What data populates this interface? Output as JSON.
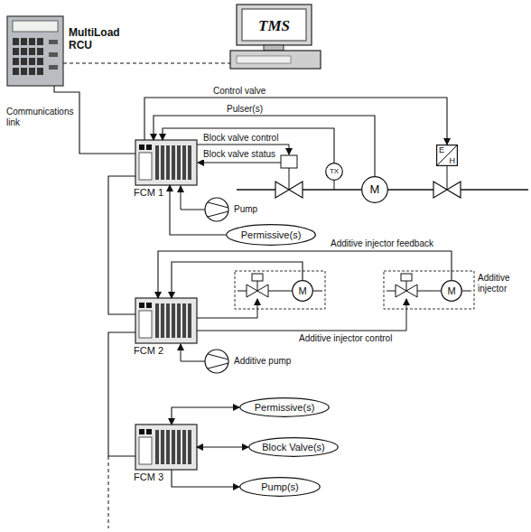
{
  "diagram": {
    "nodes": [
      {
        "text": [
          "MultiLoad RCU"
        ]
      },
      {
        "text": [
          "TMS"
        ]
      },
      {
        "text": [
          "FCM 1"
        ]
      },
      {
        "text": [
          "TX"
        ]
      },
      {
        "text": [
          "M"
        ]
      },
      {
        "text": [
          "E",
          "H"
        ]
      },
      {
        "text": [
          "Permissive(s)"
        ]
      },
      {
        "text": [
          "FCM 2"
        ]
      },
      {
        "text": [
          "M"
        ]
      },
      {
        "text": [
          "M"
        ]
      },
      {
        "text": [
          "FCM 3"
        ]
      },
      {
        "text": [
          "Permissive(s)"
        ]
      },
      {
        "text": [
          "Block Valve(s)"
        ]
      },
      {
        "text": [
          "Pump(s)"
        ]
      }
    ],
    "edges": [
      {
        "from": 0,
        "to": 1,
        "arrow": "none"
      },
      {
        "from": 0,
        "to": 2,
        "arrow": "none"
      },
      {
        "from": 2,
        "to": 7,
        "arrow": "none"
      },
      {
        "from": 7,
        "to": 10,
        "arrow": "none"
      },
      {
        "from": 2,
        "to": 5,
        "label": "Control valve",
        "arrow": "to"
      },
      {
        "from": 4,
        "to": 2,
        "label": "Pulser(s)",
        "arrow": "to"
      },
      {
        "from": 3,
        "to": 2,
        "arrow": "to"
      },
      {
        "from": 6,
        "to": 2,
        "arrow": "to"
      },
      {
        "from": 8,
        "to": 7,
        "arrow": "to"
      },
      {
        "from": 9,
        "to": 7,
        "label": "Additive injector feedback",
        "arrow": "to"
      },
      {
        "from": 10,
        "to": 11,
        "arrow": "both"
      },
      {
        "from": 10,
        "to": 12,
        "arrow": "both"
      },
      {
        "from": 10,
        "to": 13,
        "arrow": "to"
      }
    ],
    "labels": [
      "Communications link",
      "Block valve control",
      "Block valve status",
      "Pump",
      "Additive injector control",
      "Additive pump",
      "Additive injector"
    ]
  }
}
